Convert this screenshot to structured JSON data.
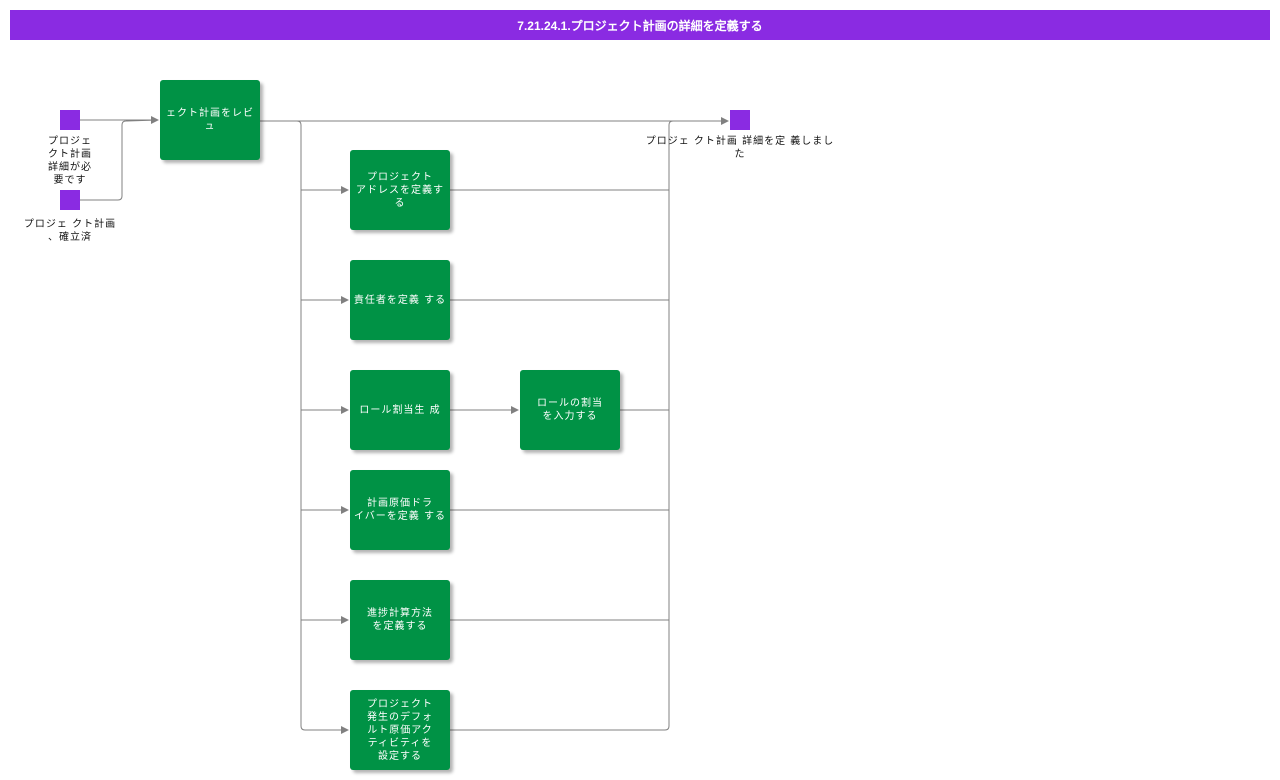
{
  "title": "7.21.24.1.プロジェクト計画の詳細を定義する",
  "colors": {
    "event": "#8a2be2",
    "task": "#009245",
    "edge": "#808080",
    "title_bg": "#8a2be2"
  },
  "events": {
    "start_required": "プロジェ\nクト計画\n詳細が必\n要です",
    "start_established": "プロジェ クト計画\n、確立済",
    "end_defined": "プロジェ クト計画 詳細を定 義しまし\nた"
  },
  "tasks": {
    "review": "ェクト計画をレビュ",
    "address": "プロジェクト\nアドレスを定義する",
    "owner": "責任者を定義 する",
    "role_gen": "ロール割当生 成",
    "role_input": "ロールの割当\nを入力する",
    "cost_driver": "計画原価ドラ\nイバーを定義 する",
    "progress": "進捗計算方法\nを定義する",
    "default_cost": "プロジェクト\n発生のデフォ\nルト原価アク\nティビティを\n設定する"
  }
}
